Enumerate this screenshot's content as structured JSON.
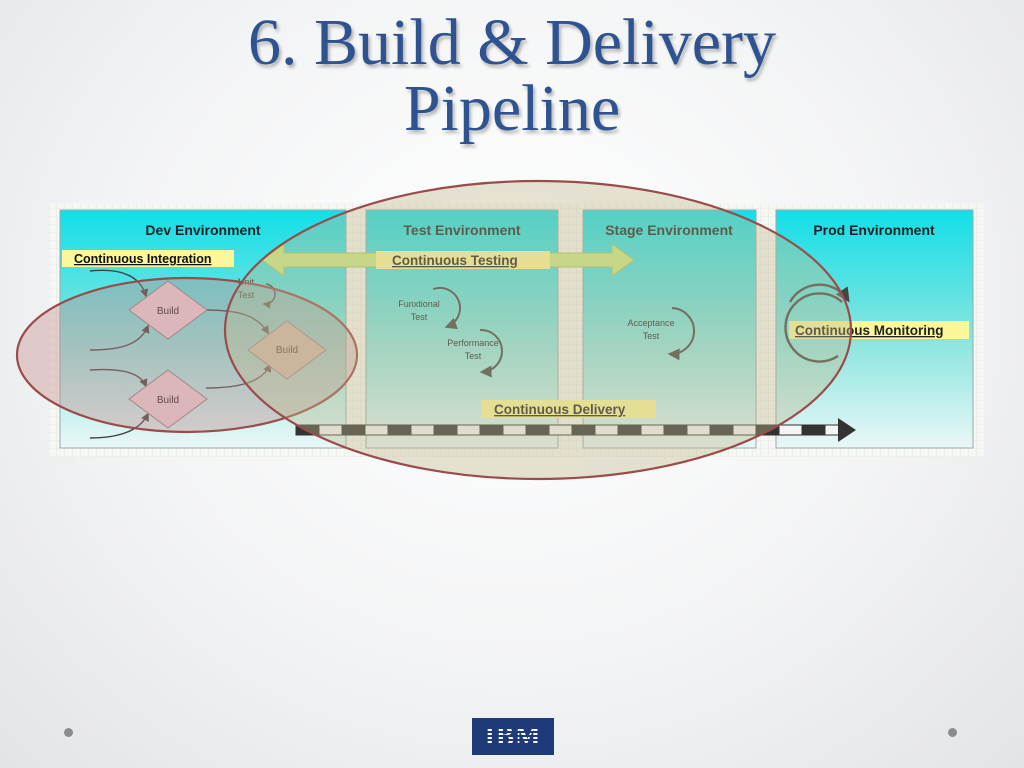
{
  "slide": {
    "title_line1": "6. Build & Delivery",
    "title_line2": "Pipeline",
    "logo_text": "IBM"
  },
  "diagram": {
    "environments": [
      "Dev Environment",
      "Test Environment",
      "Stage Environment",
      "Prod Environment"
    ],
    "practices": {
      "integration": "Continuous Integration",
      "testing": "Continuous Testing",
      "delivery": "Continuous Delivery",
      "monitoring": "Continuous Monitoring"
    },
    "build_label": "Build",
    "unit_test": [
      "Unit",
      "Test"
    ],
    "functional_test": [
      "Funxtional",
      "Test"
    ],
    "performance_test": [
      "Performance",
      "Test"
    ],
    "acceptance_test": [
      "Acceptance",
      "Test"
    ]
  },
  "colors": {
    "title": "#2f5391",
    "env_top": "#14e0ea",
    "env_bottom": "#e6f7f7",
    "label_bg": "#fbf79a",
    "ellipse_stroke": "#9a4b4b"
  }
}
